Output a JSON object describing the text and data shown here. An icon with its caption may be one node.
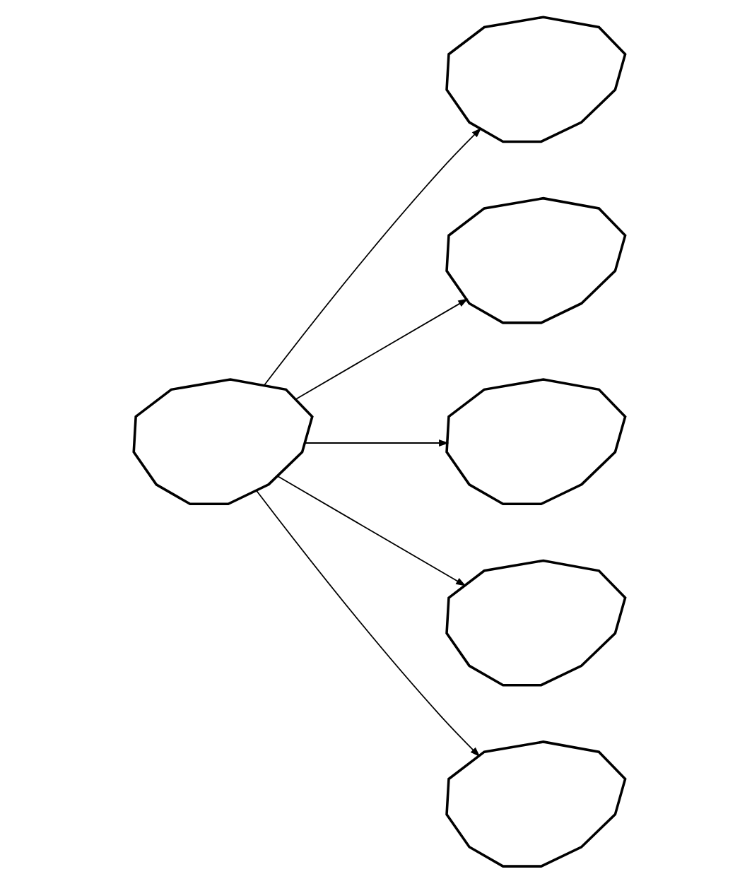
{
  "diagram": {
    "nodes": [
      {
        "text": [],
        "shape": "picture"
      },
      {
        "text": [],
        "shape": "picture"
      },
      {
        "text": [],
        "shape": "picture"
      },
      {
        "text": [],
        "shape": "picture"
      },
      {
        "text": [],
        "shape": "picture"
      },
      {
        "text": [],
        "shape": "picture"
      }
    ],
    "edges": [
      {
        "from": 2,
        "to": 0,
        "arrow": "to"
      },
      {
        "from": 2,
        "to": 1,
        "arrow": "to"
      },
      {
        "from": 2,
        "to": 3,
        "arrow": "to"
      },
      {
        "from": 2,
        "to": 5,
        "arrow": "to"
      },
      {
        "from": 2,
        "to": 4,
        "arrow": "to"
      }
    ]
  }
}
